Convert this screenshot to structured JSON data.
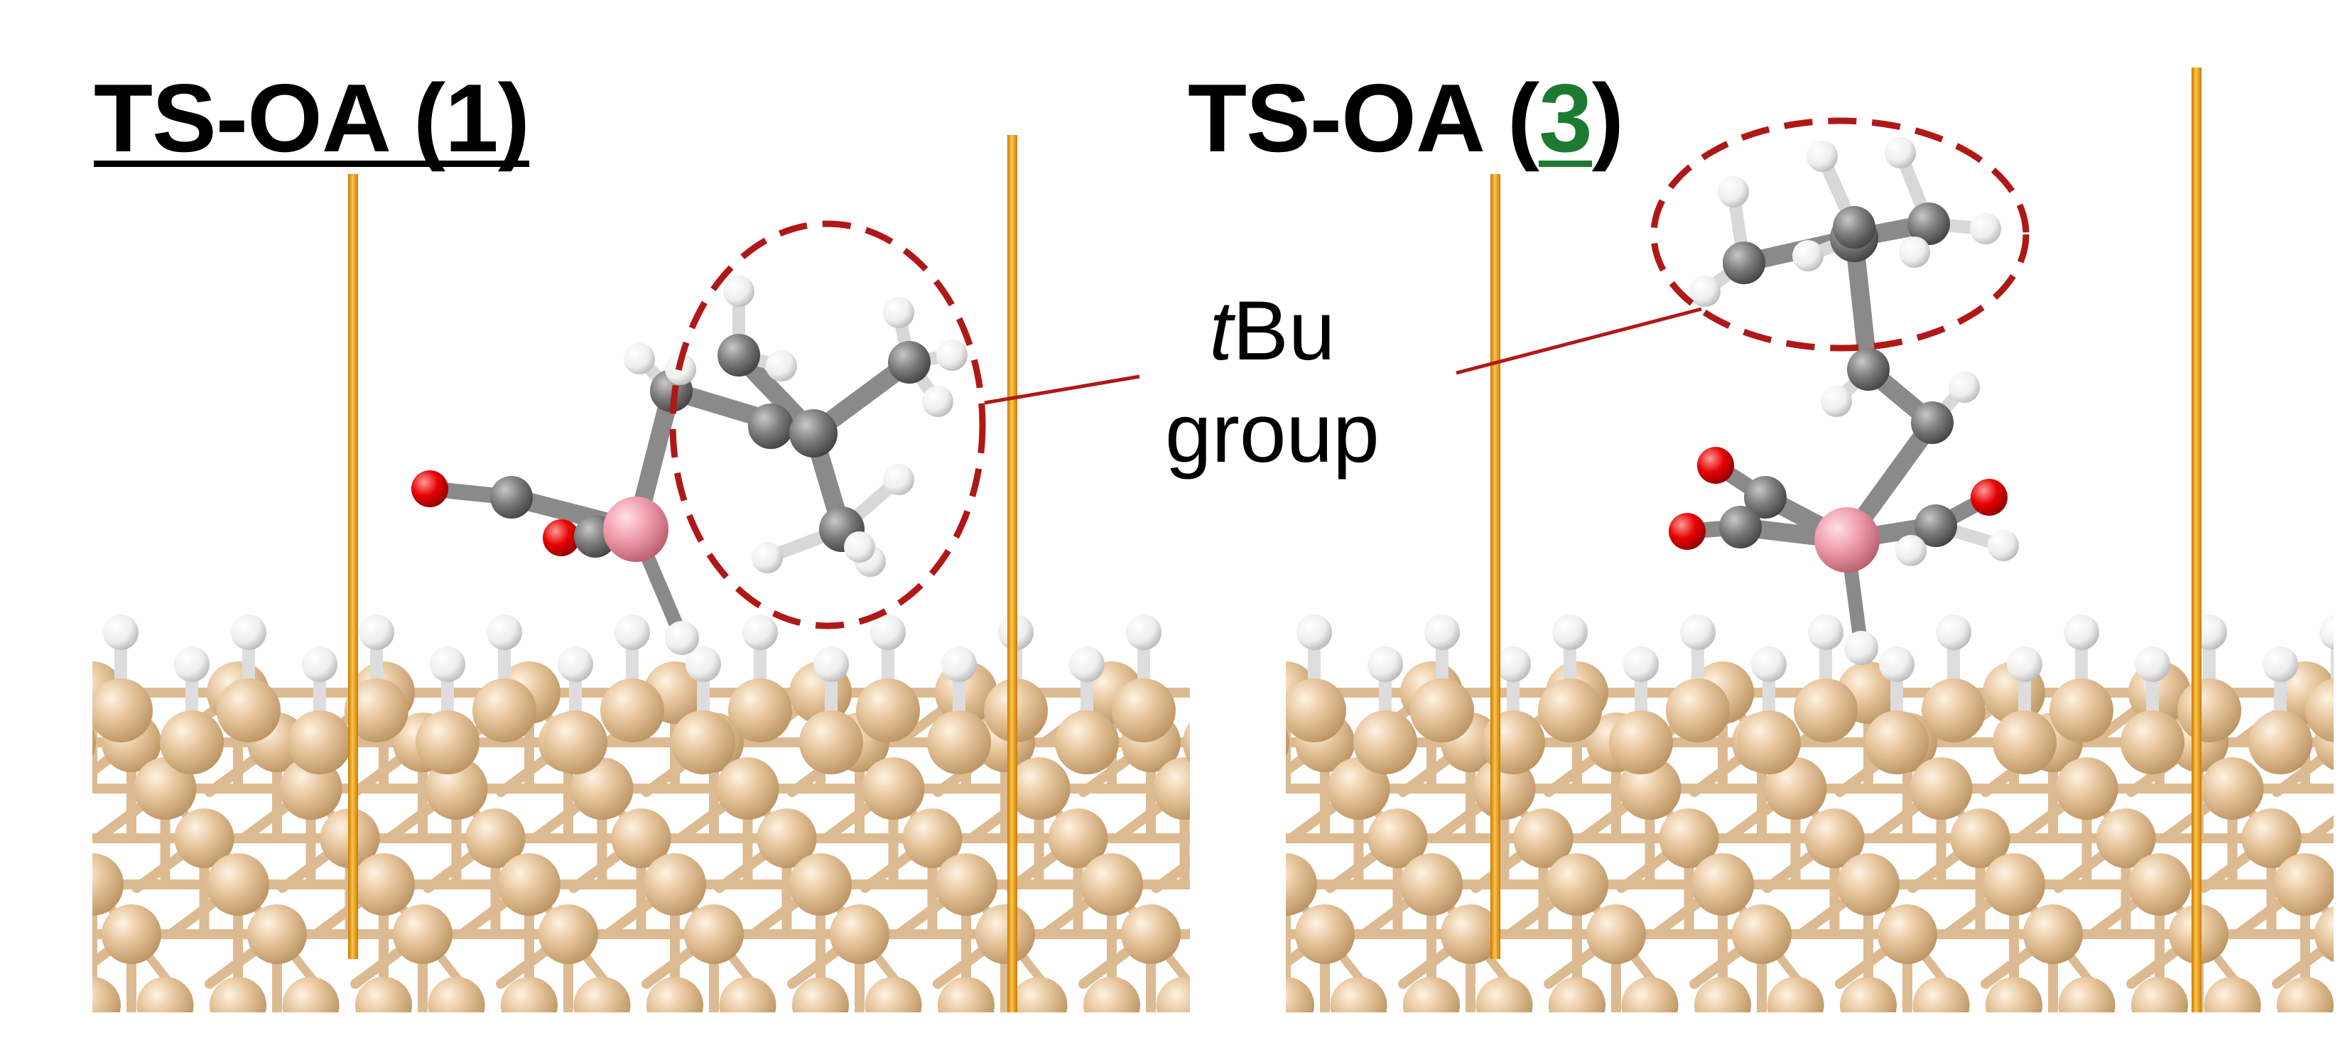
{
  "panels": [
    {
      "title_prefix": "TS-OA (",
      "title_number": "1",
      "title_suffix": ")"
    },
    {
      "title_prefix": "TS-OA (",
      "title_number": "3",
      "title_suffix": ")"
    }
  ],
  "callout": {
    "label_italic": "t",
    "label_rest": "Bu",
    "label_line2": "group"
  },
  "colors": {
    "title_text": "#000000",
    "title_number_accent": "#1e7a32",
    "title_underline_accent": "#1e7a32",
    "surface_atom": "#e8c7a0",
    "surface_bond": "#dcbb92",
    "hydrogen_atom": "#ffffff",
    "carbon_atom": "#808080",
    "oxygen_atom": "#e00000",
    "metal_center_atom": "#f09aa8",
    "vertical_rod": "#f2a41c",
    "callout_ellipse": "#b01818",
    "callout_line": "#b01818"
  }
}
